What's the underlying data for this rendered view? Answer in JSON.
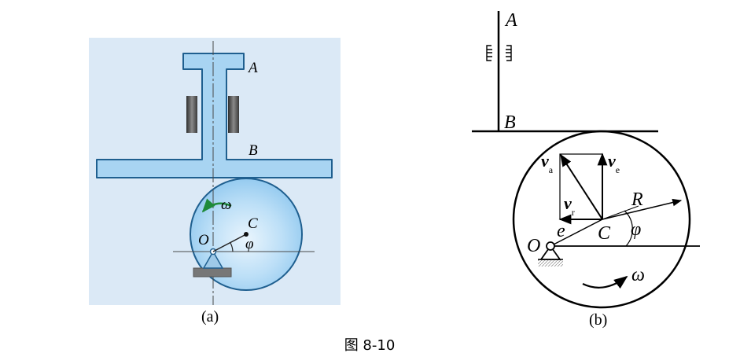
{
  "figure_a": {
    "label_a": "A",
    "label_b": "B",
    "label_c": "C",
    "label_o": "O",
    "label_omega": "ω",
    "label_phi": "φ",
    "sublabel": "(a)",
    "colors": {
      "panel_bg": "#dbe9f6",
      "body_fill": "#a8d4f2",
      "body_stroke": "#1f5f8f",
      "arrow": "#1e8a3a",
      "guide": "#6d7a86"
    }
  },
  "figure_b": {
    "label_a": "A",
    "label_b": "B",
    "label_o": "O",
    "label_c": "C",
    "label_e": "e",
    "label_r": "R",
    "label_phi": "φ",
    "label_omega": "ω",
    "label_va": "v",
    "label_va_sub": "a",
    "label_ve": "v",
    "label_ve_sub": "e",
    "label_vr": "v",
    "label_vr_sub": "r",
    "sublabel": "(b)"
  },
  "caption": "图 8-10"
}
